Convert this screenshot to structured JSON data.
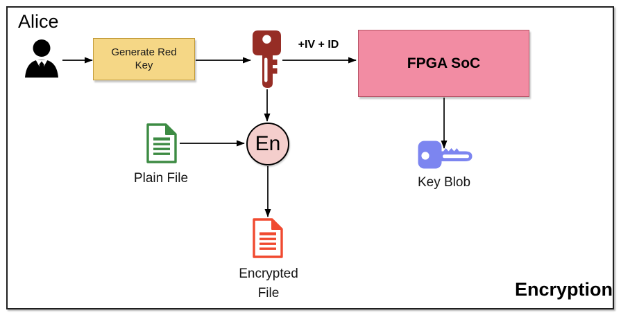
{
  "diagram": {
    "section_label": "Encryption",
    "actor": {
      "name": "Alice"
    },
    "nodes": {
      "generate_red_key": {
        "label": "Generate Red Key",
        "fill": "#F5D786",
        "stroke": "#C29A38"
      },
      "fpga_soc": {
        "label": "FPGA SoC",
        "fill": "#F28CA3",
        "stroke": "#B55365"
      },
      "encrypt_operation": {
        "label": "En",
        "fill": "#F4CECC",
        "stroke": "#000000"
      },
      "plain_file": {
        "label": "Plain File",
        "color": "#3D8B43"
      },
      "encrypted_file": {
        "label": "Encrypted File",
        "color": "#F04A30"
      },
      "red_key": {
        "color": "#962D25"
      },
      "key_blob": {
        "label": "Key Blob",
        "color": "#7C85F0"
      }
    },
    "edges": {
      "key_to_fpga_label": "+IV + ID"
    },
    "icons": {
      "person": "businessperson-silhouette",
      "red_key": "key-upright",
      "key_blob": "key-sideways",
      "plain_file": "document",
      "encrypted_file": "document"
    },
    "colors": {
      "arrow": "#000000",
      "frame": "#1F1F1F",
      "person": "#000000",
      "white": "#FFFFFF"
    }
  }
}
